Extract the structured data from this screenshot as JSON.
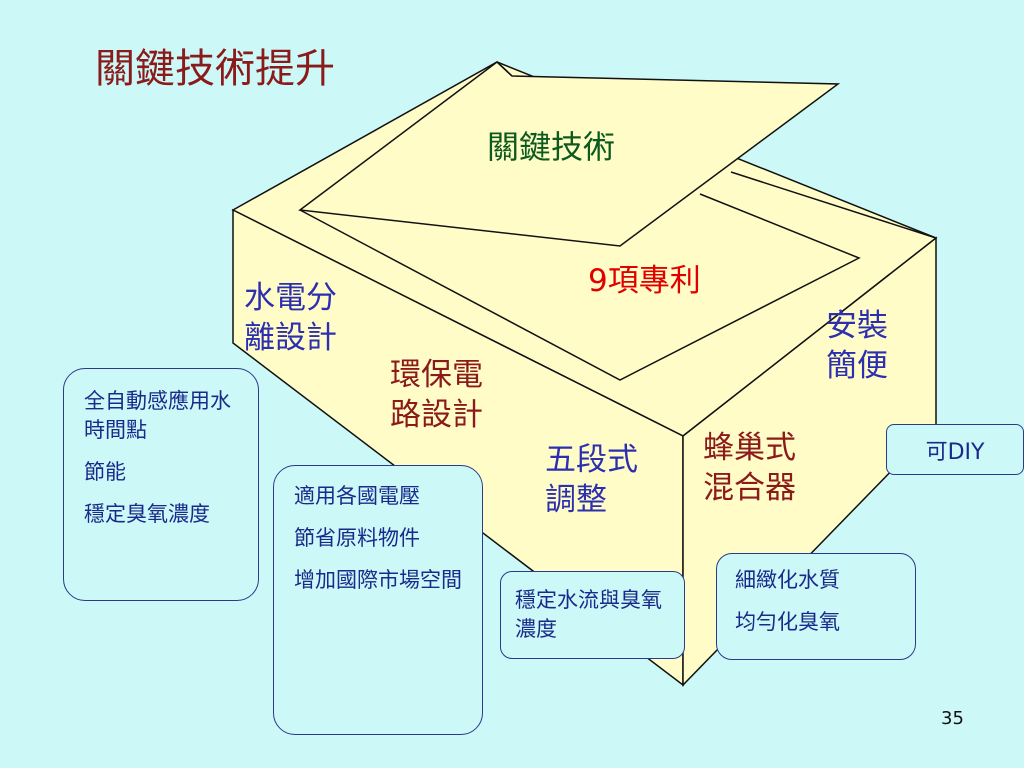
{
  "title": "關鍵技術提升",
  "lid_label": "關鍵技術",
  "patent_label": "9項專利",
  "box_faces": {
    "hydro_electric": [
      "水電分",
      "離設計"
    ],
    "eco_circuit": [
      "環保電",
      "路設計"
    ],
    "five_stage": [
      "五段式",
      "調整"
    ],
    "honeycomb": [
      "蜂巢式",
      "混合器"
    ],
    "easy_install": [
      "安裝",
      "簡便"
    ]
  },
  "notes": {
    "auto_sensor": [
      "全自動感應用水時間點",
      "節能",
      "穩定臭氧濃度"
    ],
    "voltage": [
      "適用各國電壓",
      "節省原料物件",
      "增加國際市場空間"
    ],
    "stable_flow": [
      "穩定水流與臭氧濃度"
    ],
    "fine_water": [
      "細緻化水質",
      "均勻化臭氧"
    ]
  },
  "diy_label": "可DIY",
  "page_number": "35",
  "colors": {
    "background": "#ccf8f8",
    "box_fill": "#fffcc8",
    "outline": "#111111",
    "title": "#8b1a1a",
    "blue_text": "#2b2fb0",
    "green_text": "#0d5a1e",
    "patent_red": "#e00000"
  }
}
